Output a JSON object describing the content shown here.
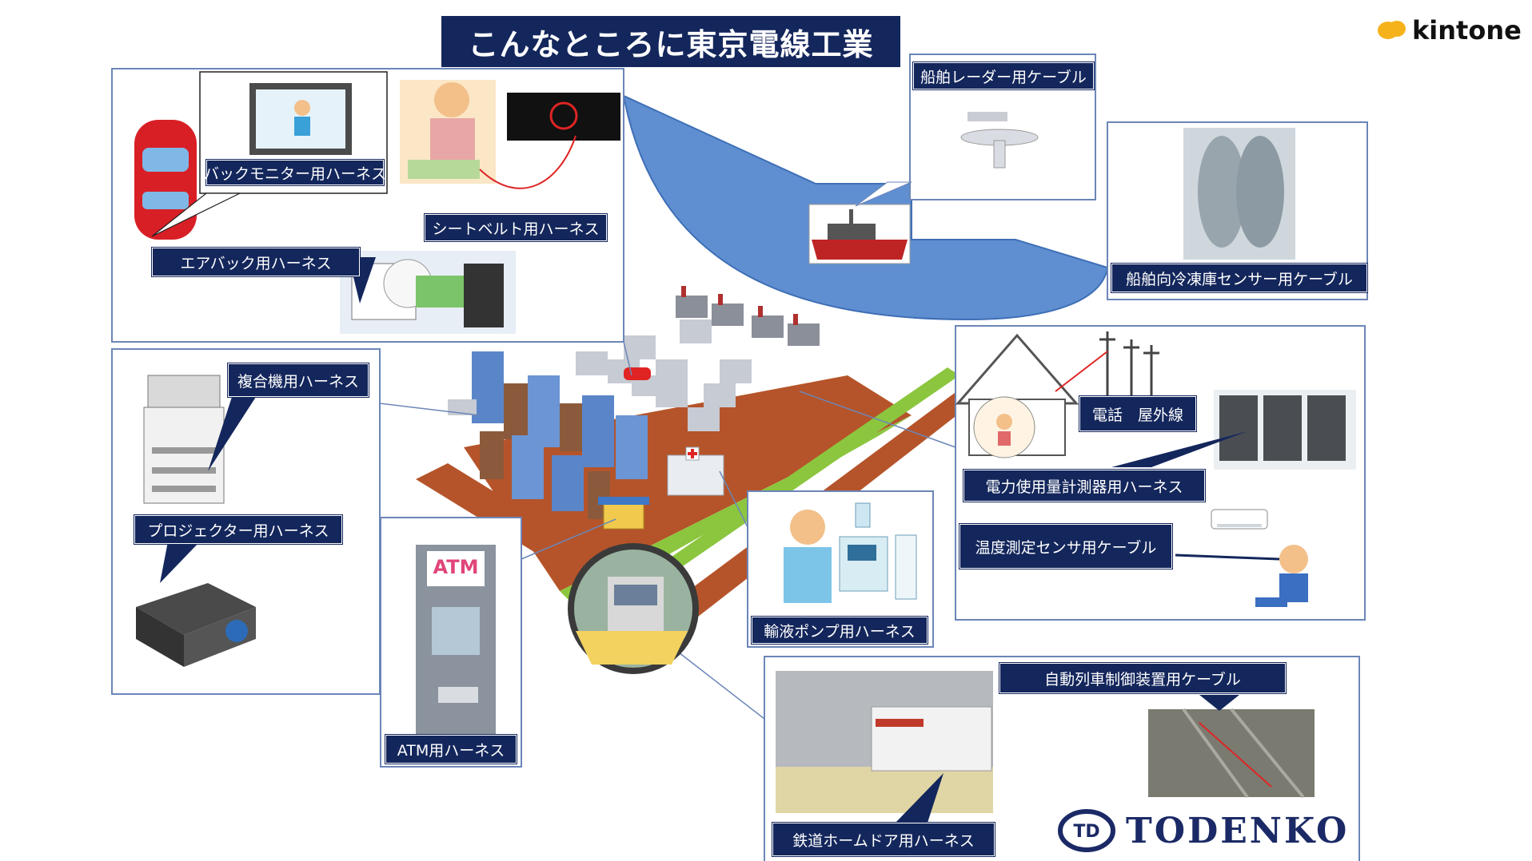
{
  "title": "こんなところに東京電線工業",
  "brand": {
    "name": "kintone",
    "logo_color": "#f5b21b"
  },
  "company_logo": {
    "name": "TODENKO",
    "mark": "TD",
    "color": "#1b2a66"
  },
  "colors": {
    "label_bg": "#14275c",
    "label_text": "#ffffff",
    "panel_border": "#6b86b8",
    "sea": "#5f8fd1"
  },
  "labels": {
    "back_monitor": "バックモニター用ハーネス",
    "seatbelt": "シートベルト用ハーネス",
    "airbag": "エアバック用ハーネス",
    "radar": "船舶レーダー用ケーブル",
    "freezer": "船舶向冷凍庫センサー用ケーブル",
    "mfp": "複合機用ハーネス",
    "projector": "プロジェクター用ハーネス",
    "atm": "ATM用ハーネス",
    "infusion": "輸液ポンプ用ハーネス",
    "phone_line": "電話　屋外線",
    "power_meter": "電力使用量計測器用ハーネス",
    "temp_sensor": "温度測定センサ用ケーブル",
    "atc": "自動列車制御装置用ケーブル",
    "platform_door": "鉄道ホームドア用ハーネス"
  },
  "atm_sign": "ATM"
}
